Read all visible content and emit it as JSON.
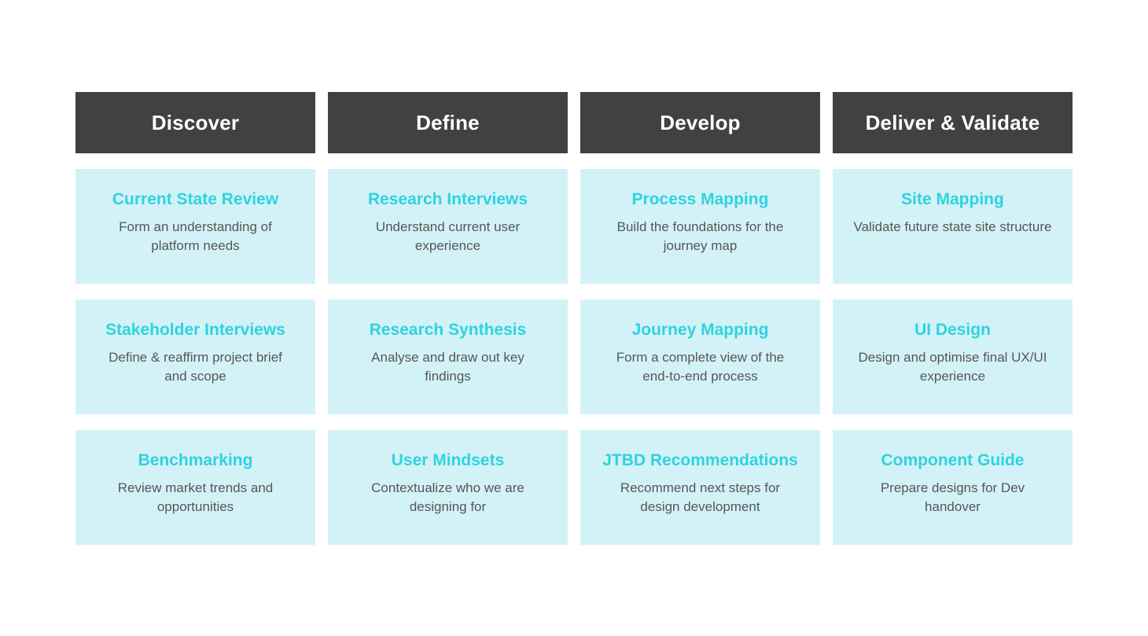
{
  "theme": {
    "page_background": "#ffffff",
    "header_background": "#414141",
    "header_text": "#ffffff",
    "card_background": "#d3f2f7",
    "card_title_color": "#2ed3e0",
    "card_description_color": "#565656"
  },
  "diagram": {
    "type": "process-phase-grid",
    "columns": 4,
    "rows": 3,
    "phases": [
      {
        "label": "Discover",
        "activities": [
          {
            "title": "Current State Review",
            "description": "Form an understanding of platform needs"
          },
          {
            "title": "Stakeholder Interviews",
            "description": "Define & reaffirm project brief and scope"
          },
          {
            "title": "Benchmarking",
            "description": "Review market trends and opportunities"
          }
        ]
      },
      {
        "label": "Define",
        "activities": [
          {
            "title": "Research Interviews",
            "description": "Understand current user experience"
          },
          {
            "title": "Research Synthesis",
            "description": "Analyse and draw out key findings"
          },
          {
            "title": "User Mindsets",
            "description": "Contextualize who we are designing for"
          }
        ]
      },
      {
        "label": "Develop",
        "activities": [
          {
            "title": "Process Mapping",
            "description": "Build the foundations for the journey map"
          },
          {
            "title": "Journey Mapping",
            "description": "Form a complete view of the end-to-end process"
          },
          {
            "title": "JTBD Recommendations",
            "description": "Recommend next steps for design development"
          }
        ]
      },
      {
        "label": "Deliver & Validate",
        "activities": [
          {
            "title": "Site Mapping",
            "description": "Validate future state site structure"
          },
          {
            "title": "UI Design",
            "description": "Design and optimise final UX/UI experience"
          },
          {
            "title": "Component Guide",
            "description": "Prepare designs for Dev handover"
          }
        ]
      }
    ]
  }
}
